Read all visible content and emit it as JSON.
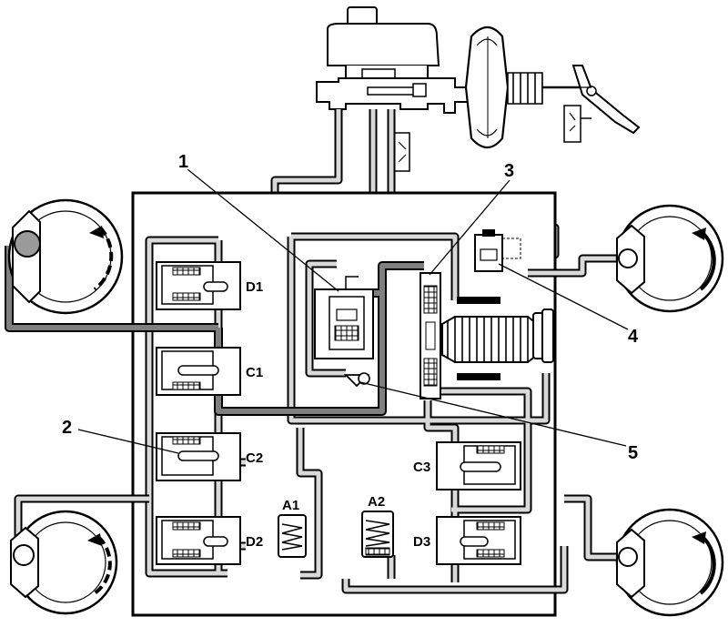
{
  "callouts": {
    "c1": "1",
    "c2": "2",
    "c3": "3",
    "c4": "4",
    "c5": "5"
  },
  "valves": {
    "d1": "D1",
    "c1": "C1",
    "c2": "C2",
    "d2": "D2",
    "c3": "C3",
    "d3": "D3"
  },
  "accumulators": {
    "a1": "A1",
    "a2": "A2"
  },
  "colors": {
    "line": "#000000",
    "pipe": "#d9d9d9",
    "pipe_pressure": "#7f7f7f",
    "sensor": "#9a9a9a",
    "background": "#ffffff"
  }
}
